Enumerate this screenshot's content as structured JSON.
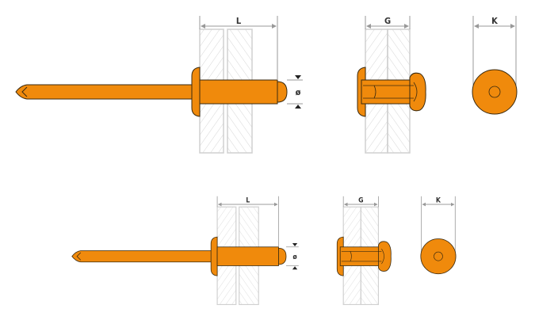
{
  "labels": {
    "length": "L",
    "grip": "G",
    "head_diameter": "K",
    "diameter": "ø"
  },
  "colors": {
    "rivet": "#F08A0C",
    "outline": "#3a2a10",
    "plate_hatch": "#cfcfcf",
    "dimension": "#999999"
  }
}
